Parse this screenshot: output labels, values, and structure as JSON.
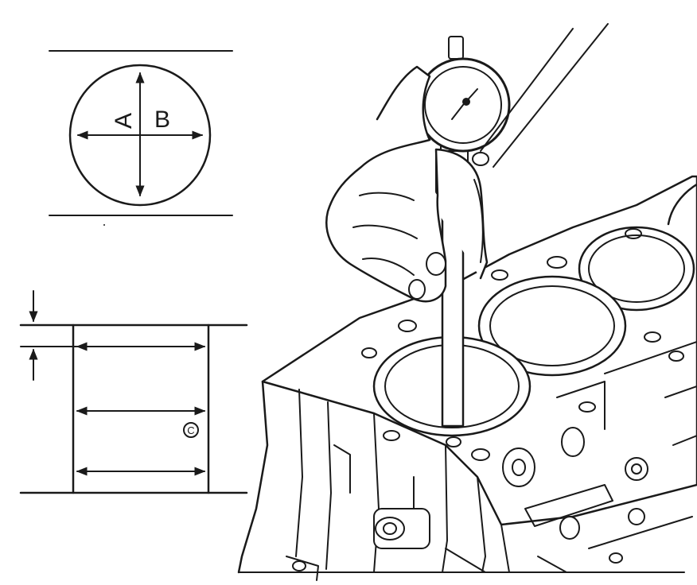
{
  "bore_top_view": {
    "label_a": "A",
    "label_b": "B"
  },
  "bore_side_view": {
    "label_c": "C"
  },
  "colors": {
    "ink": "#1a1a1a",
    "paper": "#ffffff"
  },
  "icons": {
    "dial_gauge": "dial-bore-gauge-icon",
    "hand": "hand-icon",
    "engine_block": "engine-block-icon"
  }
}
